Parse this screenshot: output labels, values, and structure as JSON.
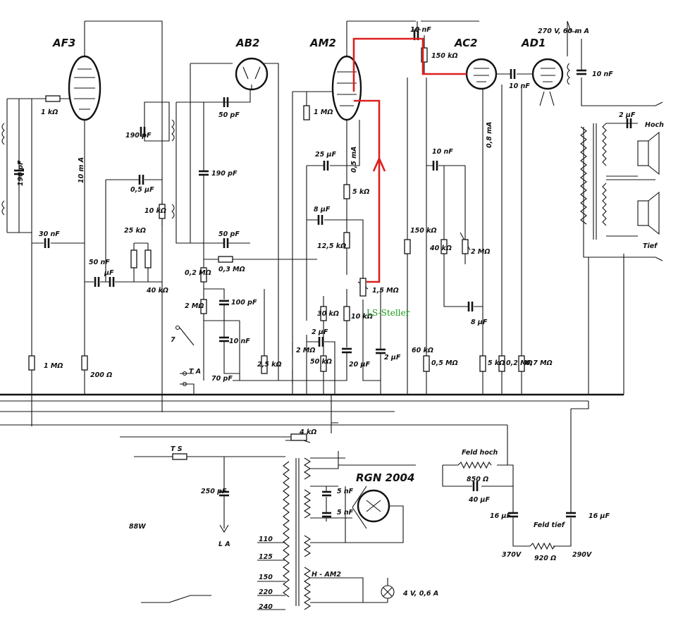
{
  "tubes": {
    "af3": "AF3",
    "ab2": "AB2",
    "am2": "AM2",
    "ac2": "AC2",
    "ad1": "AD1",
    "rgn": "RGN 2004"
  },
  "supply": {
    "ad1_rating": "270 V, 60 m A",
    "v370": "370V",
    "v290": "290V",
    "lamp": "4 V, 0,6 A",
    "heater": "H - AM2",
    "mains_power": "88W"
  },
  "speakers": {
    "hoch": "Hoch",
    "tief": "Tief"
  },
  "field": {
    "hoch": "Feld hoch",
    "hoch_r": "850 Ω",
    "tief": "Feld tief",
    "tief_r": "920 Ω"
  },
  "taps": [
    "110",
    "125",
    "150",
    "220",
    "240"
  ],
  "misc": {
    "ts": "T S",
    "la": "L A",
    "ta": "T A",
    "switch7": "7"
  },
  "annotation": "LS-Steller",
  "parts": {
    "r_1k": "1 kΩ",
    "c_190pf_left": "190 pF",
    "i_10ma": "10 m A",
    "c_30nf": "30 nF",
    "r_1m_left": "1 MΩ",
    "c_50nf": "50 nF",
    "c_uf": "µF",
    "r_200": "200 Ω",
    "c_190pf_tr": "190 pF",
    "c_05uf": "0,5 µF",
    "r_10k_af": "10 kΩ",
    "r_25k": "25 kΩ",
    "r_40k": "40 kΩ",
    "c_50pf_top": "50 pF",
    "c_190pf_mid": "190 pF",
    "c_50pf_mid": "50 pF",
    "r_02m": "0,2 MΩ",
    "r_03m": "0,3 MΩ",
    "r_2m_ab": "2 MΩ",
    "c_100pf": "100 pF",
    "c_10nf_ab": "10 nF",
    "c_70pf": "70 pF",
    "r_25k_ab": "2,5 kΩ",
    "r_1m_am": "1 MΩ",
    "c_25uf": "25 µF",
    "i_05ma": "0,5 mA",
    "r_5k": "5 kΩ",
    "c_8uf_am": "8 µF",
    "r_125k": "12,5 kΩ",
    "r_15m_pot": "1,5 MΩ",
    "r_30k": "30 kΩ",
    "r_10k_am": "10 kΩ",
    "c_2uf_am": "2 µF",
    "r_2m_am": "2 MΩ",
    "r_50k": "50 kΩ",
    "c_20uf": "20 µF",
    "c_2uf_b": "2 µF",
    "c_10nf_top": "10 nF",
    "r_150k": "150 kΩ",
    "r_150k_v": "150 kΩ",
    "c_10nf_ac": "10 nF",
    "i_08ma": "0,8 mA",
    "c_10nf_ad": "10 nF",
    "c_10nf_spk": "10 nF",
    "c_2uf_spk": "2 µF",
    "r_40k_ac": "40 kΩ",
    "r_2m_pot": "2 MΩ",
    "c_8uf_ac": "8 µF",
    "r_60k": "60 kΩ",
    "r_05m": "0,5 MΩ",
    "r_5k_ac": "5 kΩ",
    "r_02m_b": "0,2 MΩ",
    "r_07m": "0,7 MΩ",
    "r_4k": "4 kΩ",
    "c_250pf": "250 pF",
    "c_5nf_a": "5 nF",
    "c_5nf_b": "5 nF",
    "c_40uf": "40 µF",
    "c_16uf_a": "16 µF",
    "c_16uf_b": "16 µF"
  },
  "colors": {
    "ink": "#111111",
    "modification": "#dd1f1f",
    "annotation": "#1a9a1a",
    "paper": "#ffffff"
  }
}
